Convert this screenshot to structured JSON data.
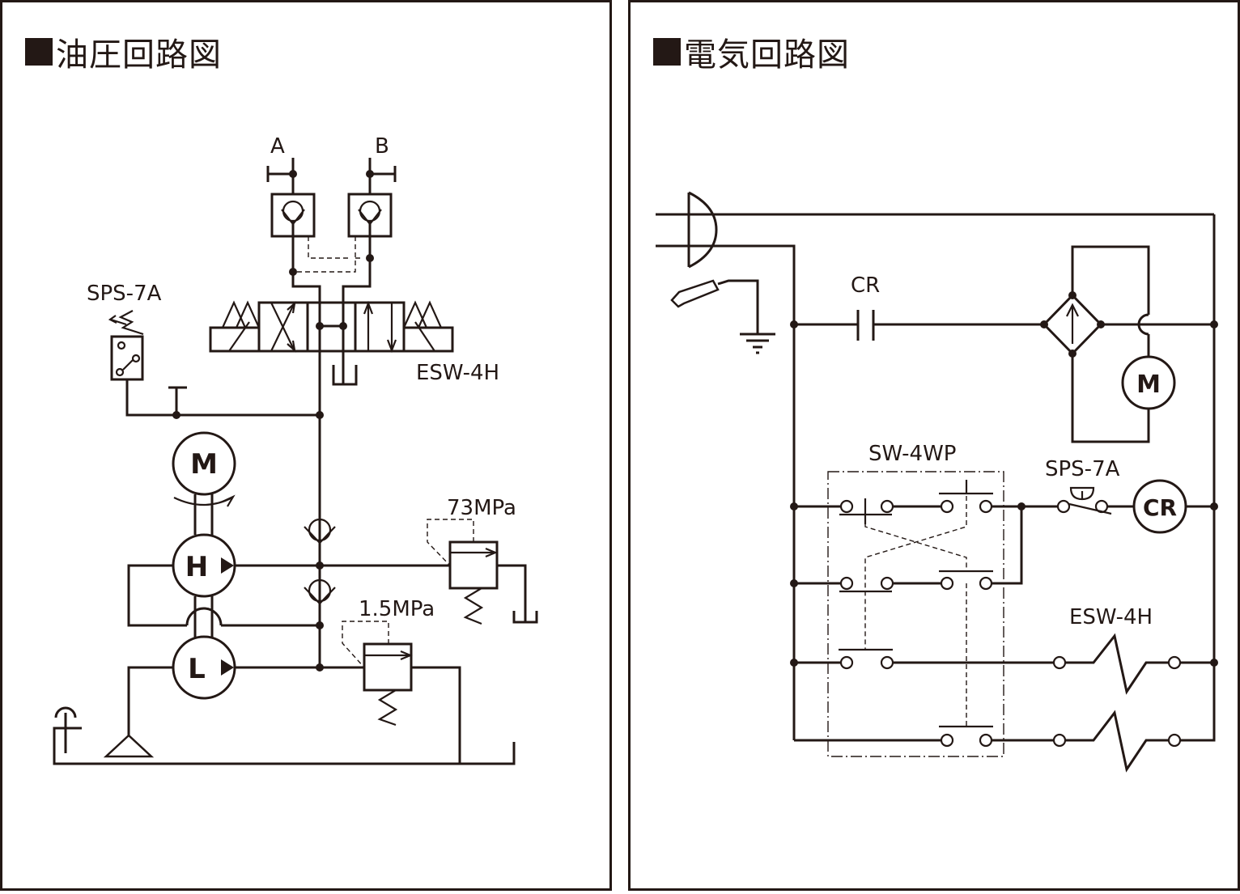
{
  "hydraulic": {
    "title": "油圧回路図",
    "labels": {
      "port_a": "A",
      "port_b": "B",
      "valve": "ESW-4H",
      "pressure_switch": "SPS-7A",
      "relief_high": "73MPa",
      "relief_low": "1.5MPa"
    },
    "components": {
      "motor": "M",
      "pump_high": "H",
      "pump_low": "L"
    }
  },
  "electric": {
    "title": "電気回路図",
    "labels": {
      "capacitor": "CR",
      "switch": "SW-4WP",
      "pressure_switch": "SPS-7A",
      "solenoid": "ESW-4H"
    },
    "components": {
      "motor": "M",
      "relay": "CR"
    }
  },
  "colors": {
    "ink": "#231815",
    "background": "#ffffff"
  }
}
